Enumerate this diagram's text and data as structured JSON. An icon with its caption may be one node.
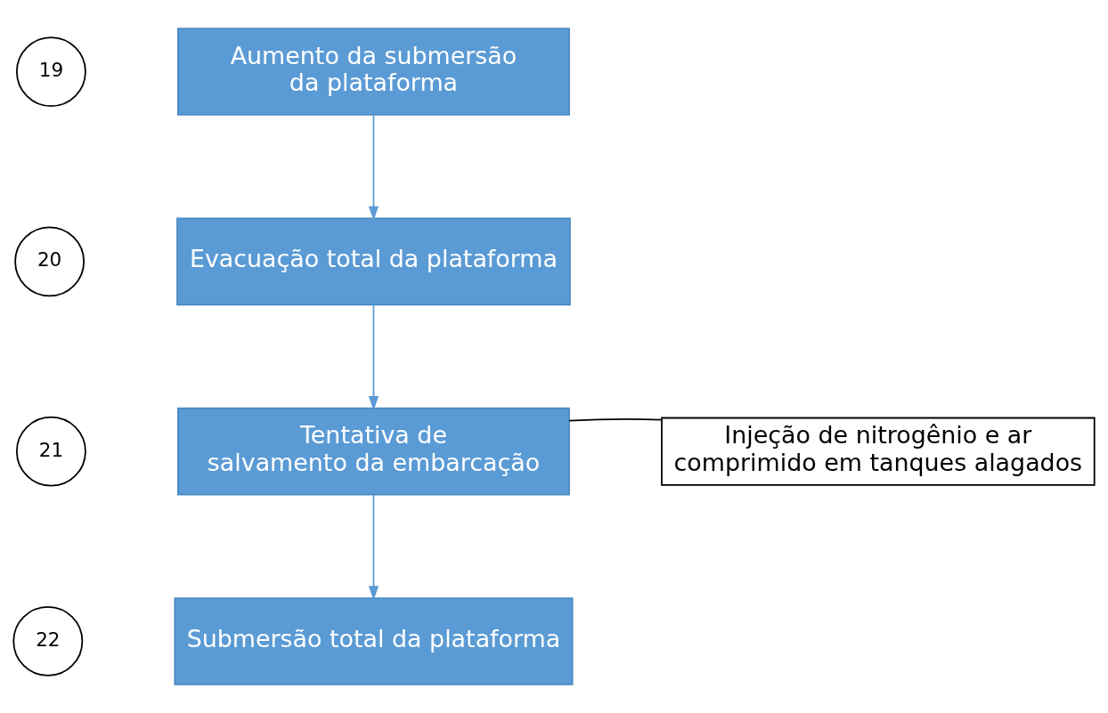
{
  "diagram": {
    "nodes": [
      {
        "text": [
          "19"
        ]
      },
      {
        "text": [
          "Aumento da submersão da plataforma"
        ]
      },
      {
        "text": [
          "20"
        ]
      },
      {
        "text": [
          "Evacuação total da plataforma"
        ]
      },
      {
        "text": [
          "21"
        ]
      },
      {
        "text": [
          "Tentativa de salvamento da embarcação"
        ]
      },
      {
        "text": [
          "Injeção de nitrogênio e ar comprimido em tanques alagados"
        ]
      },
      {
        "text": [
          "22"
        ]
      },
      {
        "text": [
          "Submersão total da plataforma"
        ]
      }
    ],
    "edges": [
      {
        "from": 1,
        "to": 3,
        "arrow": "to"
      },
      {
        "from": 3,
        "to": 5,
        "arrow": "to"
      },
      {
        "from": 5,
        "to": 8,
        "arrow": "to"
      },
      {
        "from": 5,
        "to": 6,
        "arrow": "none",
        "color": "#000000"
      }
    ]
  }
}
